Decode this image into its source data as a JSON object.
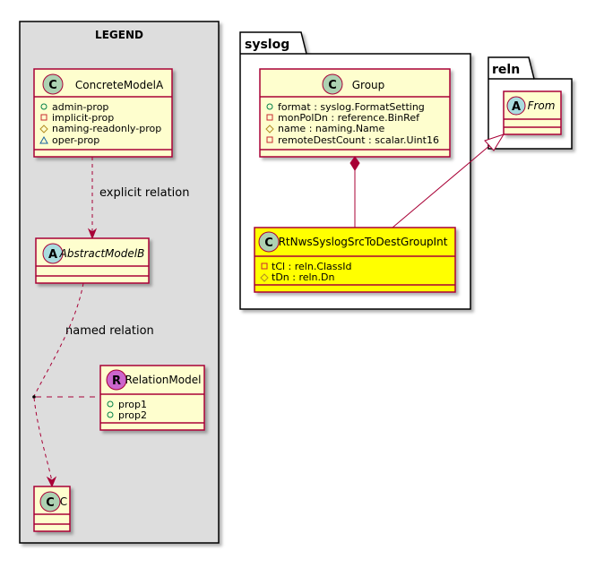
{
  "legend": {
    "title": "LEGEND",
    "concrete_model": {
      "name": "ConcreteModelA",
      "stereotype": "C",
      "attributes": [
        {
          "vis": "+",
          "text": "admin-prop"
        },
        {
          "vis": "-",
          "text": "implicit-prop"
        },
        {
          "vis": "#",
          "text": "naming-readonly-prop"
        },
        {
          "vis": "~",
          "text": "oper-prop"
        }
      ]
    },
    "abstract_model": {
      "name": "AbstractModelB",
      "stereotype": "A"
    },
    "relation_model": {
      "name": "RelationModel",
      "stereotype": "R",
      "attributes": [
        {
          "vis": "+",
          "text": "prop1"
        },
        {
          "vis": "+",
          "text": "prop2"
        }
      ]
    },
    "c_model": {
      "name": "C",
      "stereotype": "C"
    },
    "explicit_relation_label": "explicit relation",
    "named_relation_label": "named relation"
  },
  "syslog_package": {
    "title": "syslog",
    "group": {
      "name": "Group",
      "stereotype": "C",
      "attributes": [
        {
          "vis": "+",
          "text": "format : syslog.FormatSetting"
        },
        {
          "vis": "-",
          "text": "monPolDn : reference.BinRef"
        },
        {
          "vis": "#",
          "text": "name : naming.Name"
        },
        {
          "vis": "-",
          "text": "remoteDestCount : scalar.Uint16"
        }
      ]
    },
    "rt_class": {
      "name": "RtNwsSyslogSrcToDestGroupInt",
      "stereotype": "C",
      "attributes": [
        {
          "vis": "-",
          "text": "tCl : reln.ClassId"
        },
        {
          "vis": "#",
          "text": "tDn : reln.Dn"
        }
      ]
    }
  },
  "reln_package": {
    "title": "reln",
    "from": {
      "name": "From",
      "stereotype": "A"
    }
  },
  "colors": {
    "border": "#A80036",
    "class_fill": "#FEFECE",
    "highlight_fill": "#FFFF00",
    "legend_fill": "#DDDDDD",
    "c_badge": "#ADD1B2",
    "a_badge": "#A9DCDF",
    "r_badge": "#CC66CC"
  }
}
